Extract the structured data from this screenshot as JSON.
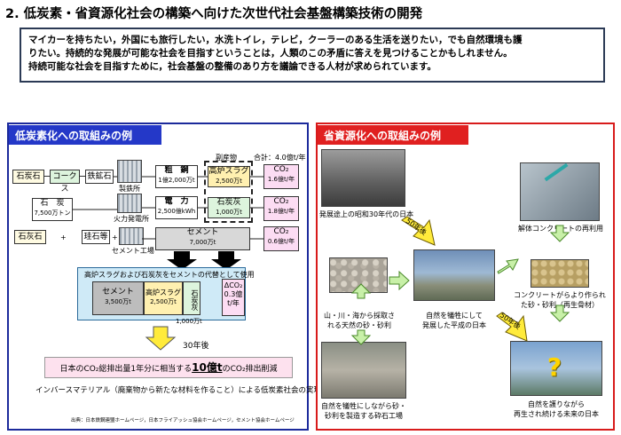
{
  "header": {
    "title": "2. 低炭素・省資源化社会の構築へ向けた次世代社会基盤構築技術の開発",
    "intro_lines": [
      "マイカーを持ちたい，外国にも旅行したい，水洗トイレ，テレビ，クーラーのある生活を送りたい，でも自然環境も護",
      "りたい。持続的な発展が可能な社会を目指すということは，人類のこの矛盾に答えを見つけることかもしれません。",
      "持続可能な社会を目指すために，社会基盤の整備のあり方を議論できる人材が求められています。"
    ]
  },
  "low_carbon": {
    "panel_title": "低炭素化への取組みの例",
    "sekitan1": "石炭石",
    "coke": "コークス",
    "iron_ore": "鉄鉱石",
    "steelworks": "製鉄所",
    "crude_steel_title": "粗　鋼",
    "crude_steel_value": "1億2,000万t",
    "byproduct": "副産物",
    "total": "合計：4.0億t/年",
    "slag_title": "高炉スラグ",
    "slag_value": "2,500万t",
    "co2_1_title": "CO₂",
    "co2_1_value": "1.6億t/年",
    "coal_title": "石　炭",
    "coal_value": "7,500万トン",
    "power_plant": "火力発電所",
    "elec_title": "電　力",
    "elec_value": "2,500億kWh",
    "ash_title": "石炭灰",
    "ash_value": "1,000万t",
    "co2_2_title": "CO₂",
    "co2_2_value": "1.8億t/年",
    "sekitan2": "石灰石",
    "plus1": "+",
    "keiseki": "珪石等",
    "plus2": "+",
    "cement_plant": "セメント工場",
    "cement_title": "セメント",
    "cement_value": "7,000万t",
    "co2_3_title": "CO₂",
    "co2_3_value": "0.6億t/年",
    "mix_caption": "高炉スラグおよび石炭灰をセメントの代替として使用",
    "mix_cement_title": "セメント",
    "mix_cement_value": "3,500万t",
    "mix_slag_title": "高炉スラグ",
    "mix_slag_value": "2,500万t",
    "mix_ash_title": "石炭灰",
    "mix_total": "1,000万t",
    "delta_co2_title": "ΔCO₂",
    "delta_co2_value": "0.3億",
    "delta_co2_unit": "t/年",
    "after30": "30年後",
    "reduction_pre": "日本のCO₂総排出量1年分に相当する",
    "reduction_big": "10億t",
    "reduction_post": "のCO₂排出削減",
    "inverse": "インバースマテリアル（廃棄物から新たな材料を作ること）による低炭素社会の実現",
    "source": "出典：日本鉄鋼連盟ホームページ，日本フライアッシュ協会ホームページ，セメント協会ホームページ"
  },
  "resource": {
    "panel_title": "省資源化への取組みの例",
    "cap_showa": "発展途上の昭和30年代の日本",
    "badge_50_1": "50年後",
    "cap_demolition": "解体コンクリートの再利用",
    "cap_natural": [
      "山・川・海から採取さ",
      "れる天然の砂・砂利"
    ],
    "cap_heisei": [
      "自然を犠牲にして",
      "発展した平成の日本"
    ],
    "cap_recycled": [
      "コンクリートがらより作られ",
      "た砂・砂利（再生骨材）"
    ],
    "badge_50_2": "50年後",
    "cap_quarry": [
      "自然を犠牲にしながら砂・",
      "砂利を製造する砕石工場"
    ],
    "cap_future": [
      "自然を護りながら",
      "再生され続ける未来の日本"
    ],
    "future_mark": "?"
  }
}
